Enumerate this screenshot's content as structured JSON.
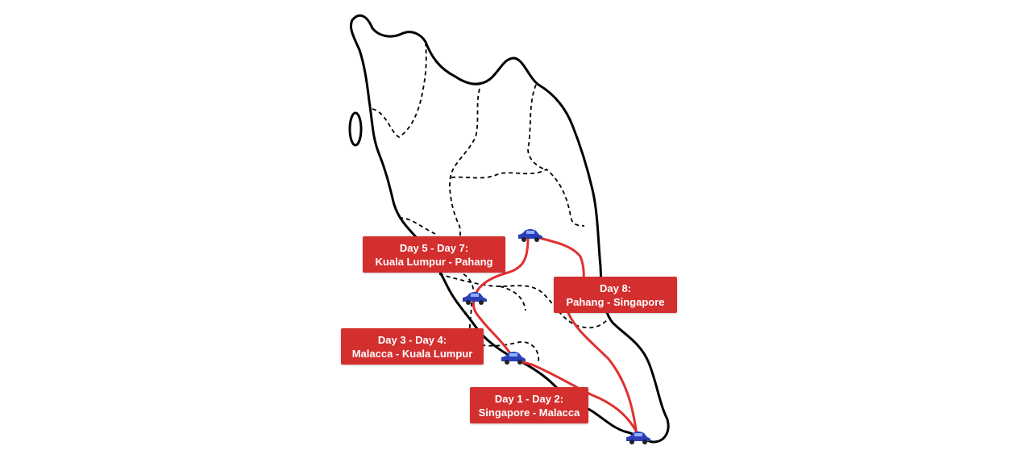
{
  "colors": {
    "route": "#e03030",
    "label_bg": "#d32f2f",
    "car": "#2a3fb8",
    "outline": "#000000"
  },
  "legs": [
    {
      "day": "Day 1 - Day 2:",
      "route": "Singapore - Malacca"
    },
    {
      "day": "Day 3 - Day 4:",
      "route": "Malacca - Kuala Lumpur"
    },
    {
      "day": "Day 5 - Day 7:",
      "route": "Kuala Lumpur - Pahang"
    },
    {
      "day": "Day 8:",
      "route": "Pahang - Singapore"
    }
  ],
  "icons": [
    "car-icon"
  ]
}
